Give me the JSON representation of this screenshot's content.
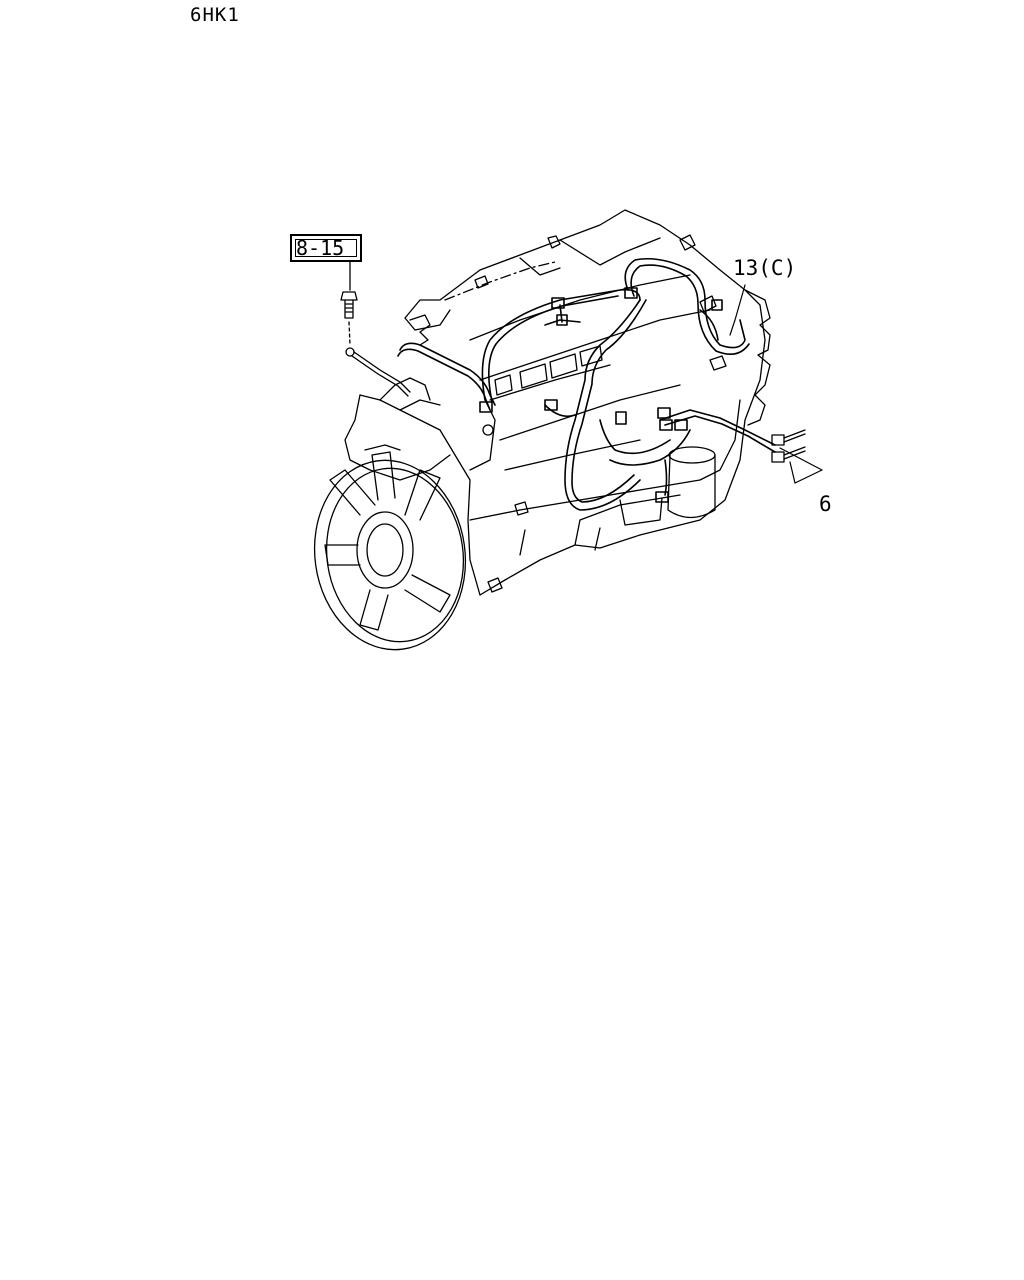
{
  "header": {
    "model_code": "6HK1"
  },
  "callouts": {
    "reference": "8-15",
    "part_13": "13(C)",
    "part_6": "6"
  }
}
